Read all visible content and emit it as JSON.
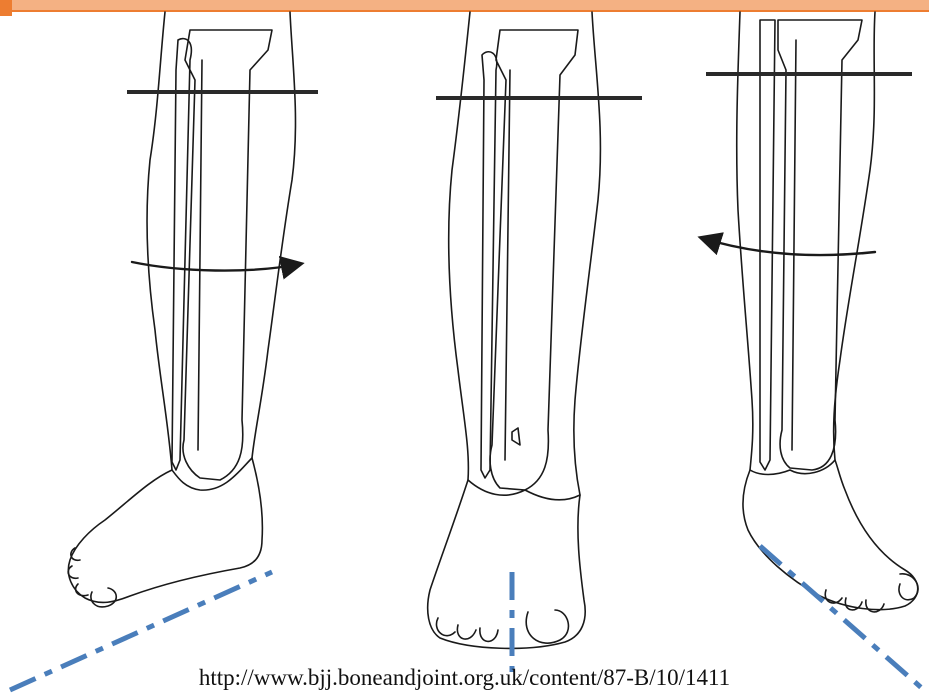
{
  "source_url": "http://www.bjj.boneandjoint.org.uk/content/87-B/10/1411",
  "colors": {
    "header_bar": "#f4b183",
    "header_accent": "#ed7d31",
    "axis_dash": "#4a7ebb",
    "outline": "#1a1a1a"
  },
  "figures": [
    {
      "view": "leg-externally-rotated",
      "rotation_arrow": "right"
    },
    {
      "view": "leg-neutral",
      "rotation_arrow": "none"
    },
    {
      "view": "leg-internally-rotated",
      "rotation_arrow": "left"
    }
  ]
}
